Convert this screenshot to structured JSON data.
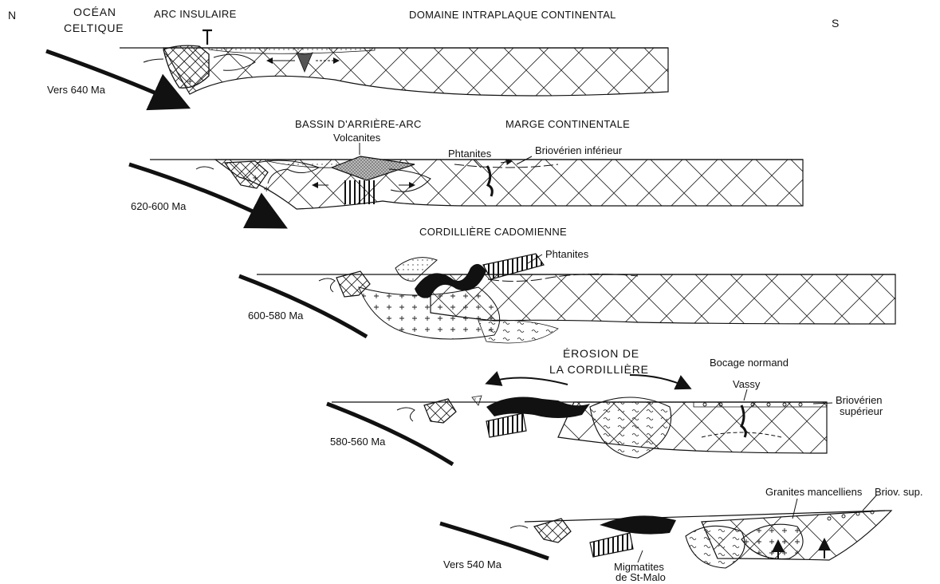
{
  "compass": {
    "north": "N",
    "south": "S"
  },
  "panel1": {
    "ocean_line1": "OCÉAN",
    "ocean_line2": "CELTIQUE",
    "arc": "ARC INSULAIRE",
    "domain": "DOMAINE INTRAPLAQUE CONTINENTAL",
    "age": "Vers 640 Ma"
  },
  "panel2": {
    "basin": "BASSIN D'ARRIÈRE-ARC",
    "margin": "MARGE CONTINENTALE",
    "volcanites": "Volcanites",
    "phtanites": "Phtanites",
    "briov_inf": "Briovérien inférieur",
    "age": "620-600 Ma"
  },
  "panel3": {
    "cordillere": "CORDILLIÈRE CADOMIENNE",
    "phtanites": "Phtanites",
    "age": "600-580 Ma"
  },
  "panel4": {
    "erosion_line1": "ÉROSION DE",
    "erosion_line2": "LA CORDILLIÈRE",
    "bocage": "Bocage normand",
    "vassy": "Vassy",
    "briov_sup_line1": "Briovérien",
    "briov_sup_line2": "supérieur",
    "age": "580-560 Ma"
  },
  "panel5": {
    "granites": "Granites mancelliens",
    "briov_sup": "Briov. sup.",
    "migmatites_line1": "Migmatites",
    "migmatites_line2": "de St-Malo",
    "age": "Vers 540 Ma"
  }
}
